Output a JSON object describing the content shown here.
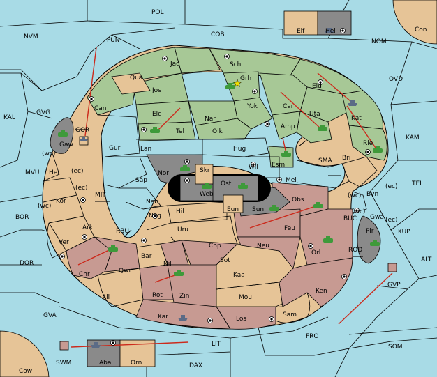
{
  "colors": {
    "sea": "#a8dbe6",
    "tan": "#e6c497",
    "green": "#a7c896",
    "red": "#c79a92",
    "dark": "#8a8a8a",
    "order": "#cc2a1c",
    "unit": "#3e9a3a"
  },
  "areas": {
    "sea": [
      "POL",
      "NVM",
      "FUN",
      "COB",
      "NOM",
      "Con",
      "OVD",
      "KAL",
      "GVG",
      "KAM",
      "MVU",
      "TEI",
      "SMA",
      "MIT",
      "BOR",
      "BUC",
      "KUP",
      "DOR",
      "RBU",
      "ROD",
      "ALT",
      "GVA",
      "FRO",
      "SOM",
      "Cow",
      "LIT",
      "DAX",
      "SWM",
      "GVP"
    ],
    "tan": [
      "Jad",
      "Qua",
      "Gur",
      "Lan",
      "Hug",
      "Sap",
      "Nab",
      "Nog",
      "Hil",
      "Uru",
      "Chp",
      "Bar",
      "Kaa",
      "Ail",
      "Sam",
      "Mou",
      "Her",
      "Kor",
      "Ark",
      "Ver",
      "Elf",
      "Orn",
      "Mel",
      "Bri",
      "Byn",
      "Gwa",
      "Wil",
      "Skr",
      "Eun"
    ],
    "green": [
      "Sch",
      "Grh",
      "Jos",
      "Elc",
      "Nar",
      "Olk",
      "Yok",
      "Car",
      "Eld",
      "Uta",
      "Amp",
      "Esm",
      "Kat",
      "Rle",
      "Can",
      "Tel"
    ],
    "red": [
      "Obs",
      "Feu",
      "Neu",
      "Orl",
      "Ken",
      "Chr",
      "Qwi",
      "Nil",
      "Sot",
      "Rot",
      "Zin",
      "Kar",
      "Los"
    ],
    "dark": [
      "Nor",
      "Ost",
      "Web",
      "Sun",
      "Pir",
      "GOR",
      "Gaw",
      "Aba",
      "Hel"
    ]
  },
  "labels": {
    "wc_a": "(wc)",
    "ec_a": "(ec)",
    "ec_b": "(ec)",
    "wc_b": "(wc)",
    "wc_c": "(wc)",
    "ec_c": "(ec)",
    "wc_d": "(wc)",
    "ec_d": "(ec)"
  },
  "icons": {
    "army": "army-unit-icon",
    "fleet": "fleet-unit-icon",
    "supply": "supply-center-icon",
    "star": "capital-star-icon"
  }
}
